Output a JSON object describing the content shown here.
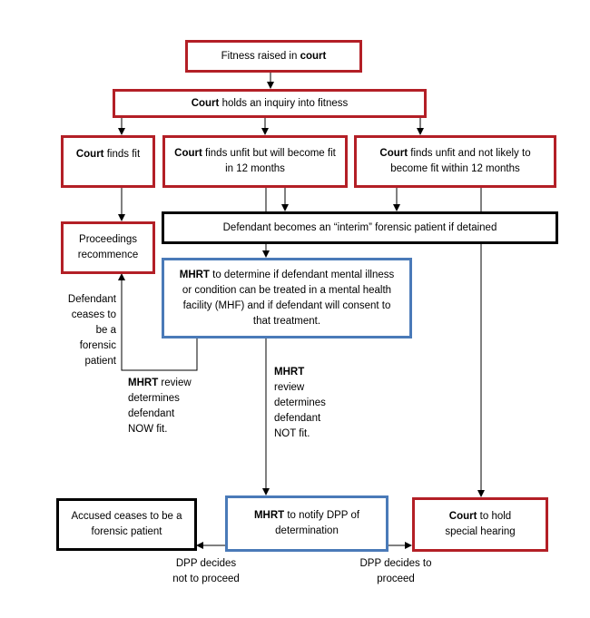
{
  "nodes": {
    "fitness_raised": {
      "pre": "Fitness raised in ",
      "bold": "court",
      "post": ""
    },
    "court_inquiry": {
      "bold": "Court",
      "post": " holds an inquiry into fitness"
    },
    "finds_fit": {
      "bold": "Court",
      "post": " finds fit"
    },
    "unfit_will_become_fit": {
      "bold": "Court",
      "post": " finds unfit but will become fit in 12 months"
    },
    "unfit_not_likely": {
      "bold": "Court",
      "post": " finds unfit and not likely to become fit within 12 months"
    },
    "interim_patient": {
      "text": "Defendant becomes an “interim” forensic patient if detained"
    },
    "proceedings_recommence": {
      "text": "Proceedings recommence"
    },
    "mhrt_determine": {
      "bold": "MHRT",
      "post": " to determine if defendant mental illness or condition can be treated in a mental health facility (MHF) and if defendant will consent to that treatment."
    },
    "accused_ceases": {
      "text": "Accused ceases to be a forensic patient"
    },
    "mhrt_notify": {
      "bold": "MHRT",
      "post": " to notify DPP of determination"
    },
    "special_hearing": {
      "bold": "Court",
      "post": " to hold special hearing"
    }
  },
  "edge_labels": {
    "ceases_forensic": "Defendant ceases to be a forensic patient",
    "review_now_fit": {
      "bold": "MHRT",
      "post": " review determines defendant NOW fit."
    },
    "review_not_fit": {
      "bold": "MHRT",
      "post": " review determines defendant NOT fit."
    },
    "not_to_proceed": "DPP decides not to proceed",
    "decides_to_proceed": "DPP decides to proceed"
  },
  "colors": {
    "court": "#b31f26",
    "mhrt": "#4a7ab8",
    "outcome": "#000000"
  }
}
